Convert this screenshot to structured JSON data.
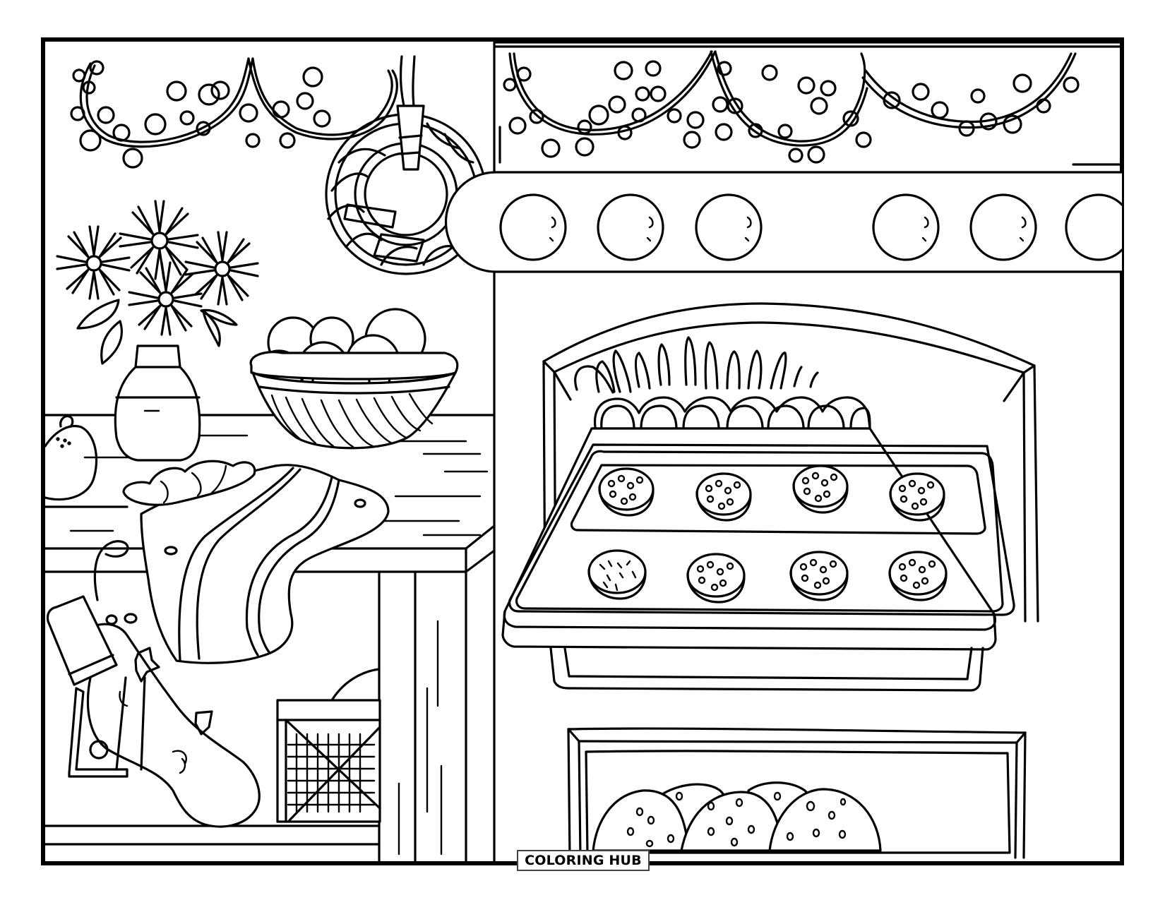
{
  "page": {
    "type": "coloring-page",
    "theme": "Christmas kitchen baking scene",
    "colors": {
      "line": "#000000",
      "background": "#ffffff"
    }
  },
  "branding": {
    "logo_text": "COLORING HUB"
  },
  "scene": {
    "elements": [
      {
        "name": "string-lights-garland-left",
        "icon": "garland-icon"
      },
      {
        "name": "wreath",
        "icon": "wreath-icon"
      },
      {
        "name": "string-lights-garland-right",
        "icon": "garland-icon"
      },
      {
        "name": "oven-knob-panel",
        "knob_count": 6
      },
      {
        "name": "flower-vase",
        "flower_count": 4
      },
      {
        "name": "fruit-bowl-oranges",
        "icon": "bowl-icon"
      },
      {
        "name": "ornament-orange",
        "icon": "ornament-icon"
      },
      {
        "name": "kitchen-towel",
        "icon": "towel-icon"
      },
      {
        "name": "christmas-stocking",
        "icon": "stocking-icon"
      },
      {
        "name": "cabinet-with-crate",
        "icon": "crate-icon"
      },
      {
        "name": "oven-door-with-cookie-tray",
        "cookie_count": 8
      },
      {
        "name": "lower-drawer-with-cookies",
        "cookie_count": 5
      }
    ]
  }
}
